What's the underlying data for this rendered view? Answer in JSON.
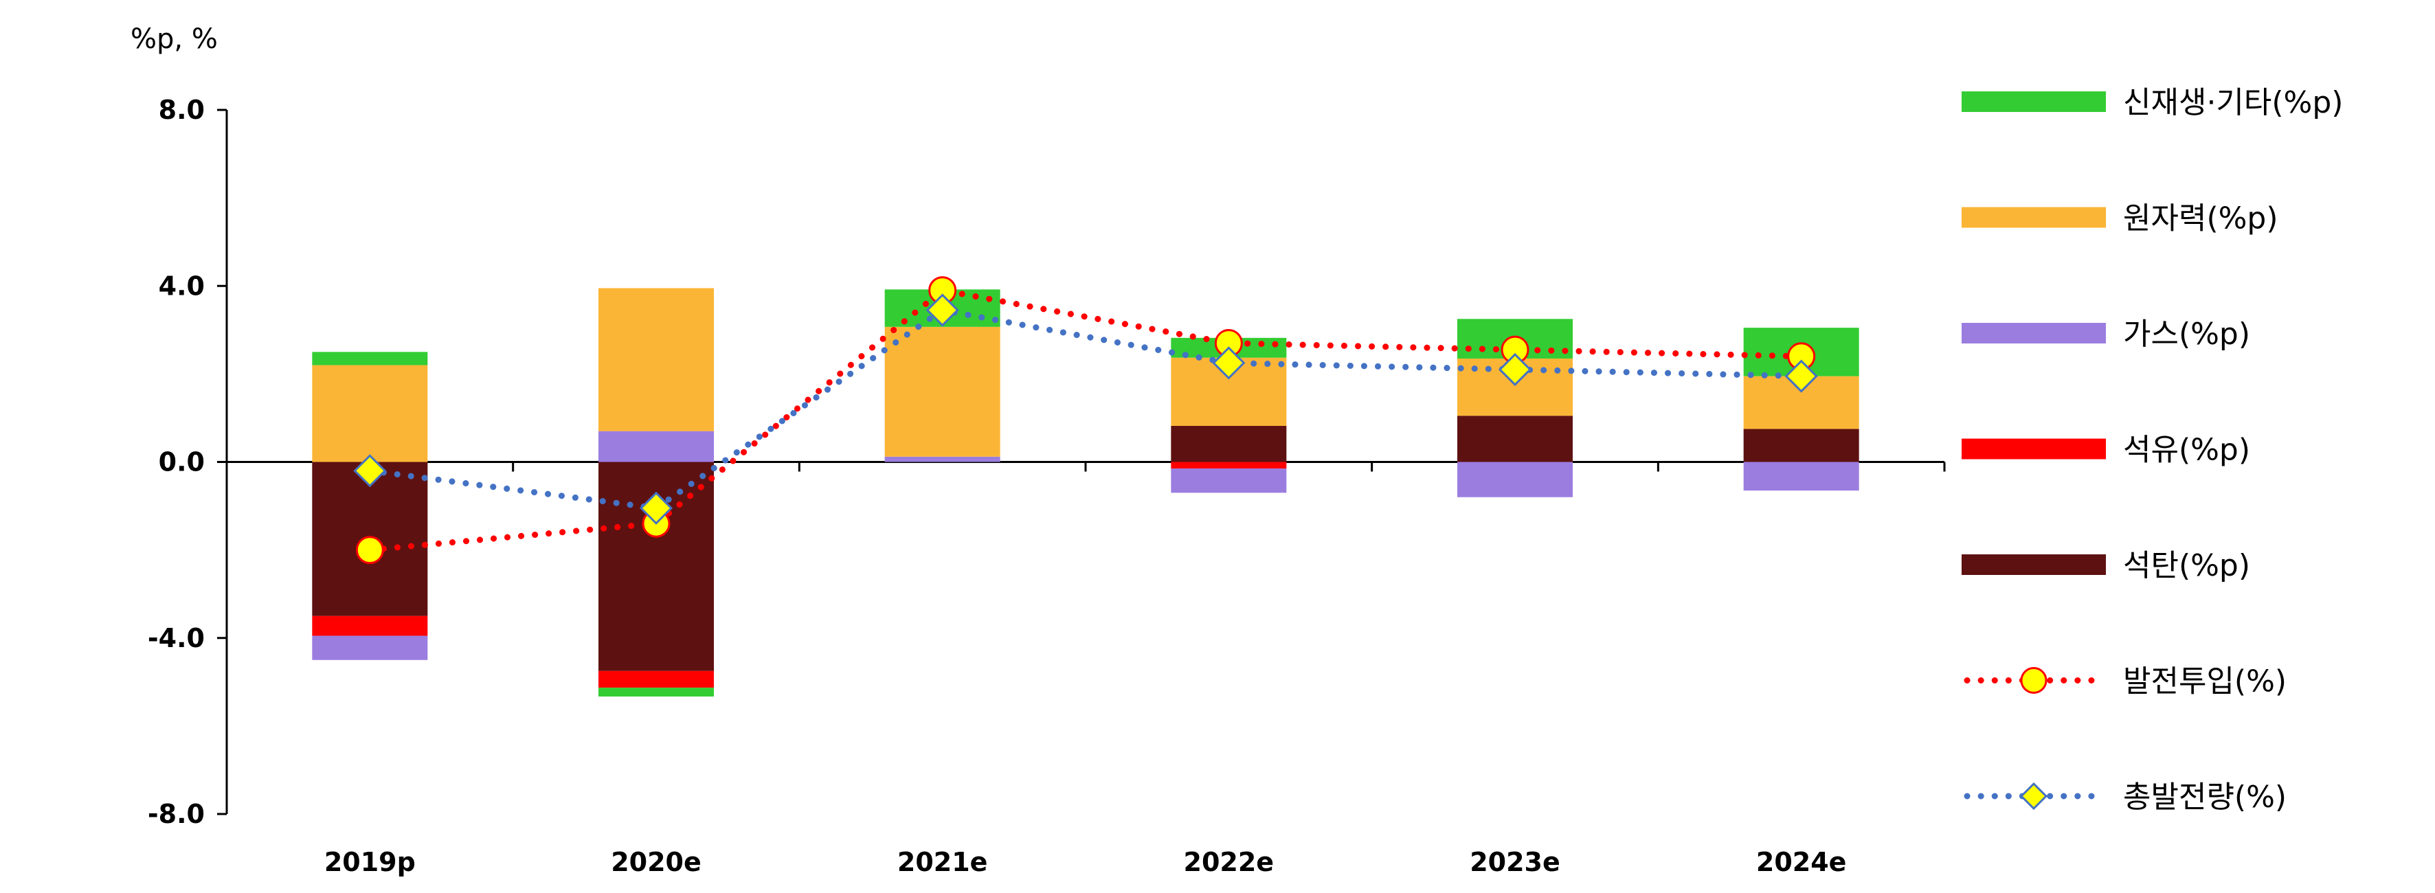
{
  "chart_data": {
    "type": "bar",
    "title": "",
    "ylabel": "%p, %",
    "xlabel": "",
    "ylim": [
      -8,
      8
    ],
    "yticks": [
      8,
      4,
      0,
      -4,
      -8
    ],
    "ytick_labels": [
      "8.0",
      "4.0",
      "0.0",
      "-4.0",
      "-8.0"
    ],
    "categories": [
      "2019p",
      "2020e",
      "2021e",
      "2022e",
      "2023e",
      "2024e"
    ],
    "legend_position": "right",
    "grid": false,
    "series": [
      {
        "name": "신재생·기타(%p)",
        "kind": "bar",
        "color": "#33cc33",
        "values": [
          0.3,
          -0.2,
          0.85,
          0.45,
          0.9,
          1.1
        ]
      },
      {
        "name": "원자력(%p)",
        "kind": "bar",
        "color": "#fbb536",
        "values": [
          2.2,
          3.25,
          2.95,
          1.55,
          1.3,
          1.2
        ]
      },
      {
        "name": "가스(%p)",
        "kind": "bar",
        "color": "#9b7de0",
        "values": [
          -0.55,
          0.7,
          0.12,
          -0.55,
          -0.8,
          -0.65
        ]
      },
      {
        "name": "석유(%p)",
        "kind": "bar",
        "color": "#ff0000",
        "values": [
          -0.45,
          -0.38,
          0.0,
          -0.15,
          0.0,
          0.0
        ]
      },
      {
        "name": "석탄(%p)",
        "kind": "bar",
        "color": "#5e1111",
        "values": [
          -3.5,
          -4.75,
          0.0,
          0.82,
          1.05,
          0.75
        ]
      },
      {
        "name": "발전투입(%)",
        "kind": "line",
        "color": "#ff0000",
        "marker": "circle",
        "marker_color": "#ffff00",
        "values": [
          -2.0,
          -1.4,
          3.9,
          2.7,
          2.55,
          2.4
        ]
      },
      {
        "name": "총발전량(%)",
        "kind": "line",
        "color": "#4472c4",
        "marker": "diamond",
        "marker_color": "#ffff00",
        "values": [
          -0.2,
          -1.05,
          3.45,
          2.25,
          2.1,
          1.95
        ]
      }
    ]
  }
}
